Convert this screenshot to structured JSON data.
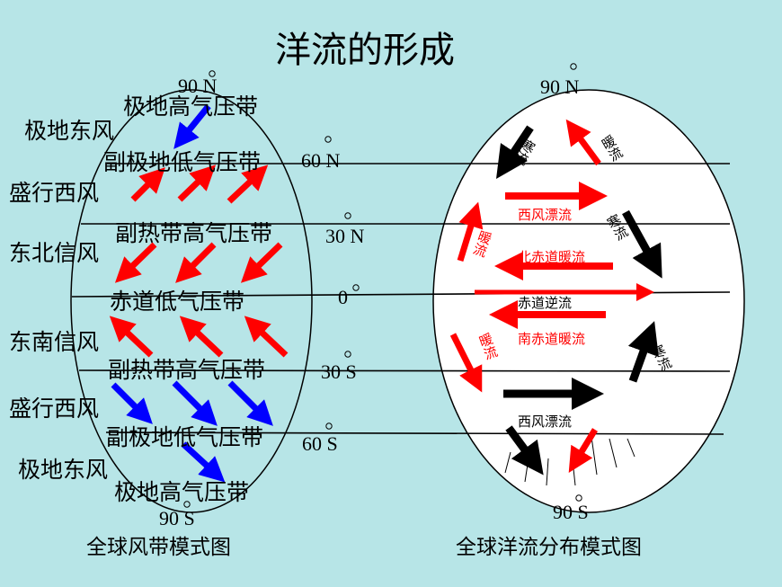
{
  "title": "洋流的形成",
  "wind": {
    "polar_high_n": "极地高气压带",
    "polar_easterly_n": "极地东风",
    "subpolar_low_n": "副极地低气压带",
    "westerlies_n": "盛行西风",
    "subtropical_high_n": "副热带高气压带",
    "ne_trade": "东北信风",
    "equatorial_low": "赤道低气压带",
    "se_trade": "东南信风",
    "subtropical_high_s": "副热带高气压带",
    "westerlies_s": "盛行西风",
    "subpolar_low_s": "副极地低气压带",
    "polar_easterly_s": "极地东风",
    "polar_high_s": "极地高气压带",
    "caption": "全球风带模式图"
  },
  "lat": {
    "n90_left": "90 N",
    "n60": "60 N",
    "n30": "30 N",
    "eq": "0",
    "s30": "30 S",
    "s60": "60 S",
    "s90_left": "90 S",
    "n90_right": "90 N",
    "s90_right": "90 S"
  },
  "ocean": {
    "cold": "寒流",
    "warm": "暖流",
    "west_wind_drift": "西风漂流",
    "north_eq_warm": "北赤道暖流",
    "eq_counter": "赤道逆流",
    "south_eq_warm": "南赤道暖流",
    "west_wind_drift_s": "西风漂流",
    "caption": "全球洋流分布模式图"
  },
  "colors": {
    "background": "#b7e5e7",
    "warm_red": "#ff0000",
    "cold_black": "#000000",
    "polar_blue": "#0000ff"
  }
}
